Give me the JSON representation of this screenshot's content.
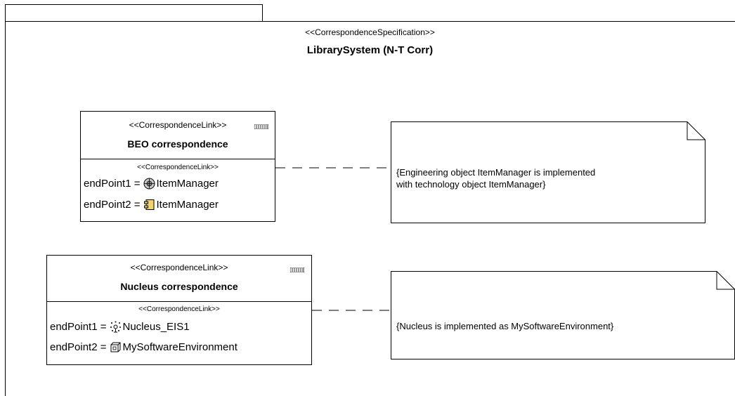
{
  "package": {
    "stereotype": "<<CorrespondenceSpecification>>",
    "name": "LibrarySystem (N-T Corr)"
  },
  "links": [
    {
      "stereotype": "<<CorrespondenceLink>>",
      "name": "BEO correspondence",
      "compartment_stereotype": "<<CorrespondenceLink>>",
      "end1_label": "endPoint1 =",
      "end1_icon": "engineering-object-icon",
      "end1_value": "ItemManager",
      "end2_label": "endPoint2 =",
      "end2_icon": "component-icon",
      "end2_value": "ItemManager"
    },
    {
      "stereotype": "<<CorrespondenceLink>>",
      "name": "Nucleus correspondence",
      "compartment_stereotype": "<<CorrespondenceLink>>",
      "end1_label": "endPoint1 =",
      "end1_icon": "nucleus-icon",
      "end1_value": "Nucleus_EIS1",
      "end2_label": "endPoint2 =",
      "end2_icon": "node-icon",
      "end2_value": "MySoftwareEnvironment"
    }
  ],
  "notes": [
    {
      "line1": "{Engineering object ItemManager is implemented",
      "line2": "with technology object ItemManager}"
    },
    {
      "line1": "{Nucleus is implemented as MySoftwareEnvironment}",
      "line2": ""
    }
  ]
}
